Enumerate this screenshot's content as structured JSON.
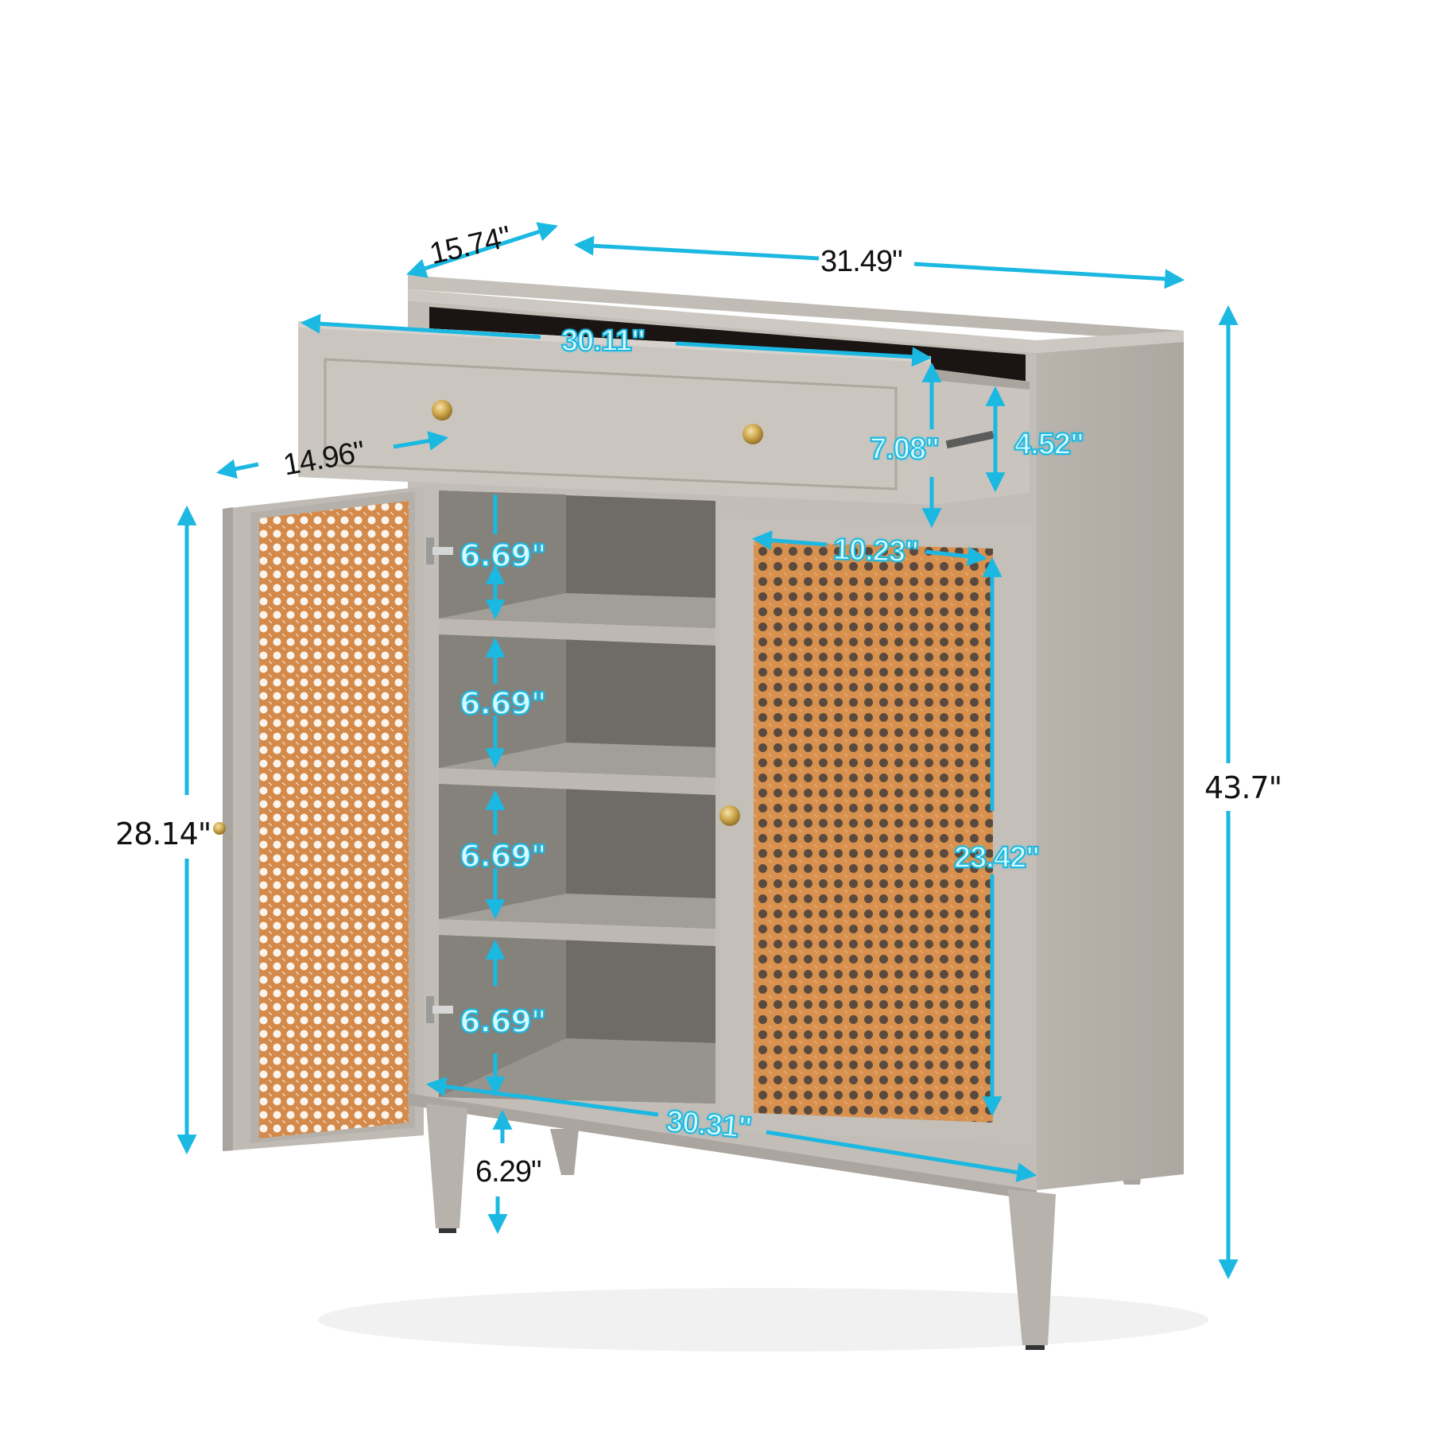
{
  "product": {
    "name": "Shoe cabinet with drawer and rattan doors",
    "colors": {
      "body": "#b7b2ab",
      "body_front": "#c4c0b9",
      "body_side": "#b0aba4",
      "interior": "#77736d",
      "interior_dark": "#5f5b56",
      "rattan": "#d9914e",
      "knob": "#c9a24a",
      "dimension_line": "#1bb8e2",
      "label_black": "#111111"
    }
  },
  "dimensions": {
    "depth": "15.74\"",
    "width": "31.49\"",
    "drawer_width": "30.11\"",
    "drawer_depth": "14.96\"",
    "drawer_height": "7.08\"",
    "drawer_inner_height": "4.52\"",
    "shelf_spacing_1": "6.69\"",
    "shelf_spacing_2": "6.69\"",
    "shelf_spacing_3": "6.69\"",
    "shelf_spacing_4": "6.69\"",
    "door_height": "28.14\"",
    "rattan_width": "10.23\"",
    "rattan_height": "23.42\"",
    "inner_width": "30.31\"",
    "leg_height": "6.29\"",
    "total_height": "43.7\""
  }
}
